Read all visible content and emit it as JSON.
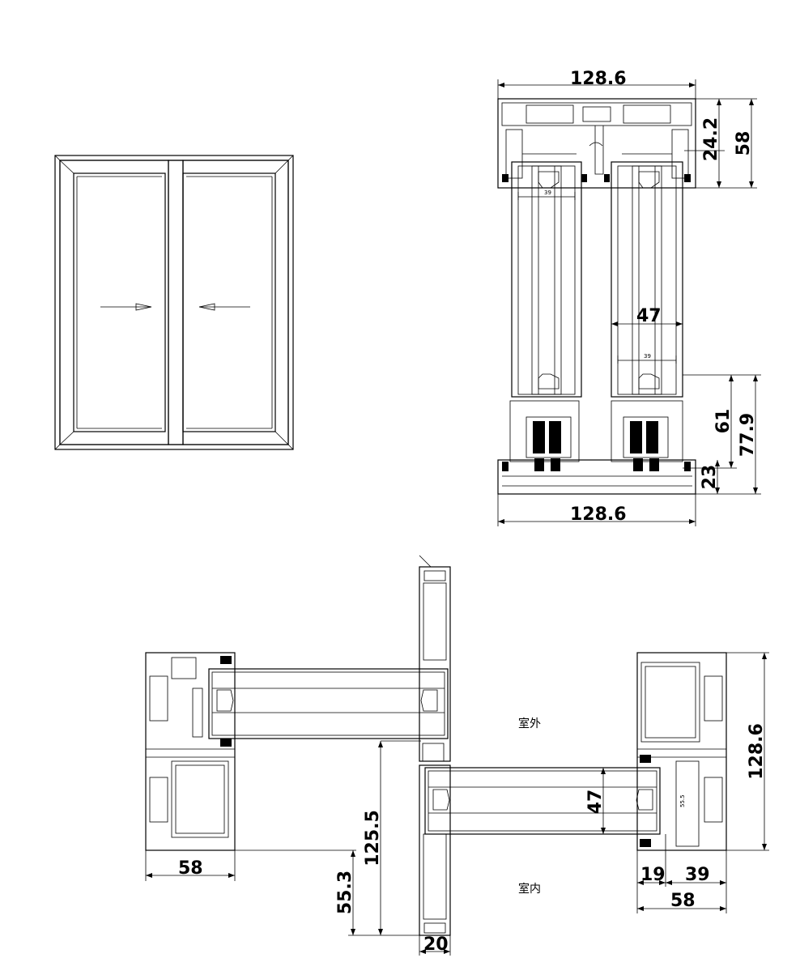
{
  "elevation": {
    "arrows": [
      "right",
      "left"
    ]
  },
  "section_vertical": {
    "top_width": "128.6",
    "bottom_width": "128.6",
    "top_offset": "24.2",
    "top_height": "58",
    "sash_width": "47",
    "glass_left": "39",
    "glass_right": "39",
    "sill_61": "61",
    "sill_779": "77.9",
    "sill_23": "23"
  },
  "section_horizontal": {
    "outside_label": "室外",
    "inside_label": "室内",
    "left_frame_width": "58",
    "offset_553": "55.3",
    "offset_1255": "125.5",
    "interlock_width": "20",
    "sash_width": "47",
    "frame_height": "128.6",
    "right_19": "19",
    "right_39": "39",
    "right_58": "58",
    "small_555": "55.5"
  }
}
